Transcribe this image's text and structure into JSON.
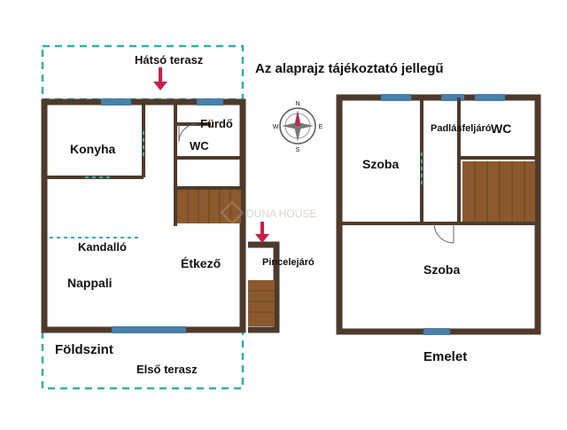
{
  "notice": "Az alaprajz tájékoztató jellegű",
  "watermark": "DUNA HOUSE",
  "compass": {
    "north": "N",
    "east": "E",
    "south": "S",
    "west": "W"
  },
  "colors": {
    "wall": "#4e3a2c",
    "window": "#4a7fa8",
    "terrace_outline": "#2fb3a0",
    "arrow": "#c8204a",
    "stairs": "#8a5a2e"
  },
  "ground_floor": {
    "name": "Földszint",
    "back_terrace": "Hátsó terasz",
    "front_terrace": "Első terasz",
    "rooms": {
      "kitchen": "Konyha",
      "bathroom": "Fürdő",
      "wc": "WC",
      "fireplace": "Kandalló",
      "living": "Nappali",
      "dining": "Étkező",
      "cellar": "Pincelejáró"
    }
  },
  "upper_floor": {
    "name": "Emelet",
    "rooms": {
      "attic": "Padlásfeljáró",
      "wc": "WC",
      "room_1": "Szoba",
      "room_2": "Szoba"
    }
  }
}
